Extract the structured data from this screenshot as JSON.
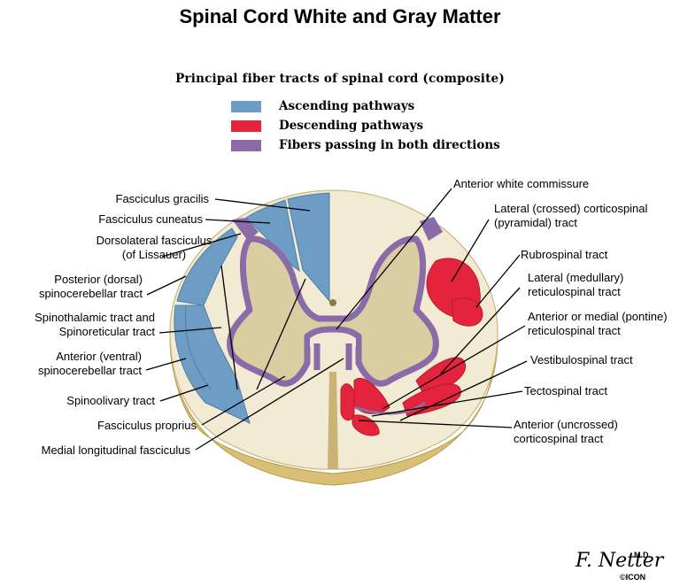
{
  "title": "Spinal Cord White and Gray Matter",
  "subtitle": "Principal fiber tracts of spinal cord (composite)",
  "legend": [
    {
      "label": "Ascending pathways",
      "color": "#6d9cc4"
    },
    {
      "label": "Descending pathways",
      "color": "#e3243c"
    },
    {
      "label": "Fibers passing in both directions",
      "color": "#8a6aa8"
    }
  ],
  "colors": {
    "white_matter": "#f2ead2",
    "gray_matter": "#d9cea2",
    "rim": "#d8bf73",
    "ascending": "#6d9cc4",
    "descending": "#e3243c",
    "both": "#8a6aa8"
  },
  "left_labels": {
    "fasciculus_gracilis": "Fasciculus gracilis",
    "fasciculus_cuneatus": "Fasciculus cuneatus",
    "dorsolateral_1": "Dorsolateral fasciculus",
    "dorsolateral_2": "(of Lissauer)",
    "posterior_sc_1": "Posterior (dorsal)",
    "posterior_sc_2": "spinocerebellar tract",
    "spinothalamic_1": "Spinothalamic tract and",
    "spinothalamic_2": "Spinoreticular tract",
    "anterior_sc_1": "Anterior (ventral)",
    "anterior_sc_2": "spinocerebellar tract",
    "spinoolivary": "Spinoolivary tract",
    "fasciculus_proprius": "Fasciculus proprius",
    "medial_longitudinal": "Medial longitudinal fasciculus"
  },
  "right_labels": {
    "anterior_white_commissure": "Anterior white commissure",
    "lateral_cst_1": "Lateral (crossed) corticospinal",
    "lateral_cst_2": "(pyramidal) tract",
    "rubrospinal": "Rubrospinal tract",
    "lateral_rst_1": "Lateral (medullary)",
    "lateral_rst_2": "reticulospinal tract",
    "anterior_rst_1": "Anterior or medial (pontine)",
    "anterior_rst_2": "reticulospinal tract",
    "vestibulospinal": "Vestibulospinal tract",
    "tectospinal": "Tectospinal tract",
    "anterior_cst_1": "Anterior (uncrossed)",
    "anterior_cst_2": "corticospinal tract"
  },
  "signature": {
    "name": "F. Netter",
    "suffix": "M.D.",
    "mark": "©ICON"
  }
}
